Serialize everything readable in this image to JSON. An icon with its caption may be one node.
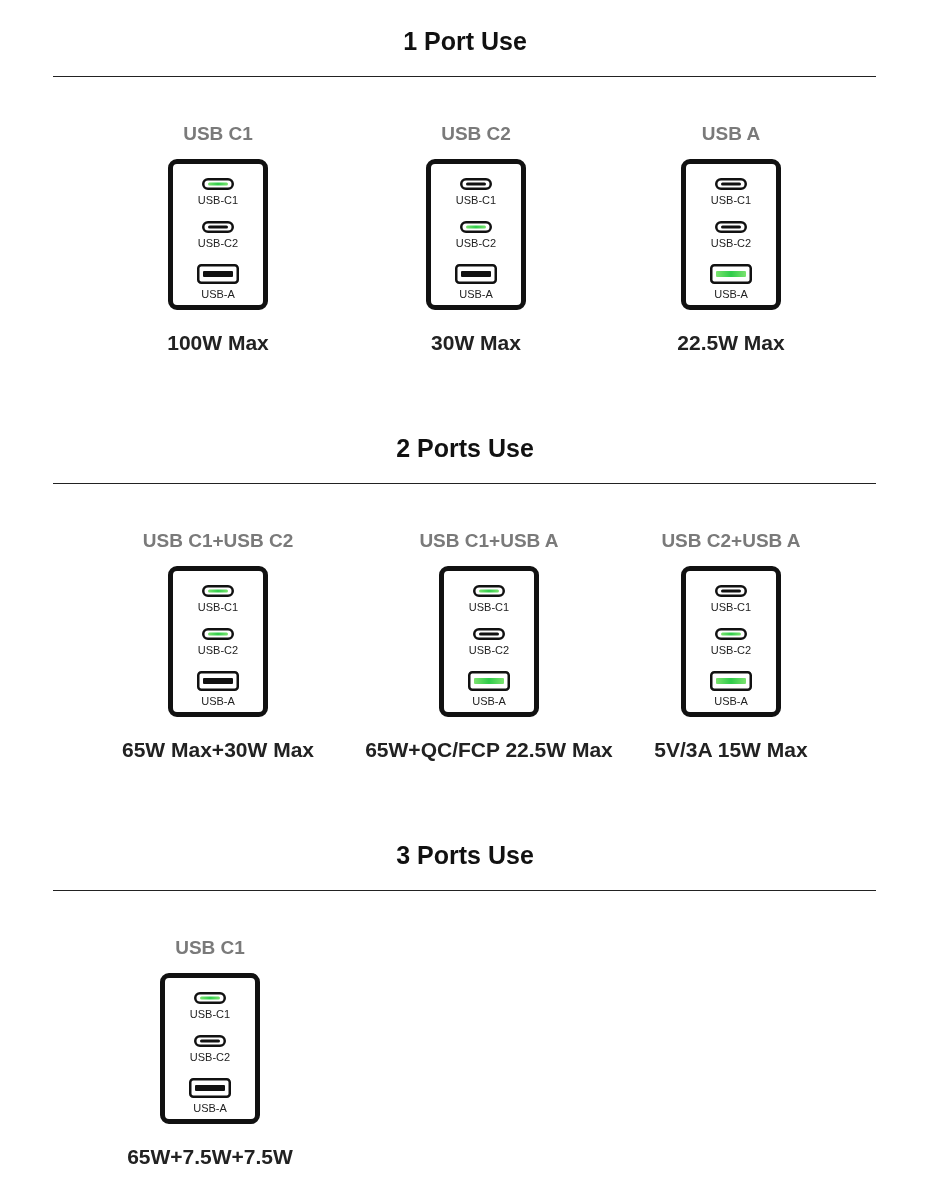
{
  "diagram": {
    "nodes": [
      {
        "text": [
          "USB C1"
        ],
        "beside": [
          "100W Max"
        ]
      },
      {
        "text": [
          "USB-C1"
        ],
        "in": 0
      },
      {
        "text": [
          "USB-C2"
        ],
        "in": 0
      },
      {
        "text": [
          "USB-A"
        ],
        "in": 0
      },
      {
        "text": [
          "USB C2"
        ],
        "beside": [
          "30W Max"
        ]
      },
      {
        "text": [
          "USB-C1"
        ],
        "in": 4
      },
      {
        "text": [
          "USB-C2"
        ],
        "in": 4
      },
      {
        "text": [
          "USB-A"
        ],
        "in": 4
      },
      {
        "text": [
          "USB A"
        ],
        "beside": [
          "22.5W Max"
        ]
      },
      {
        "text": [
          "USB-C1"
        ],
        "in": 8
      },
      {
        "text": [
          "USB-C2"
        ],
        "in": 8
      },
      {
        "text": [
          "USB-A"
        ],
        "in": 8
      },
      {
        "text": [
          "USB C1+USB C2"
        ],
        "beside": [
          "65W Max+30W Max"
        ]
      },
      {
        "text": [
          "USB-C1"
        ],
        "in": 12
      },
      {
        "text": [
          "USB-C2"
        ],
        "in": 12
      },
      {
        "text": [
          "USB-A"
        ],
        "in": 12
      },
      {
        "text": [
          "USB C1+USB A"
        ],
        "beside": [
          "65W+QC/FCP 22.5W Max"
        ]
      },
      {
        "text": [
          "USB-C1"
        ],
        "in": 16
      },
      {
        "text": [
          "USB-C2"
        ],
        "in": 16
      },
      {
        "text": [
          "USB-A"
        ],
        "in": 16
      },
      {
        "text": [
          "USB C2+USB A"
        ],
        "beside": [
          "5V/3A 15W Max"
        ]
      },
      {
        "text": [
          "USB-C1"
        ],
        "in": 20
      },
      {
        "text": [
          "USB-C2"
        ],
        "in": 20
      },
      {
        "text": [
          "USB-A"
        ],
        "in": 20
      },
      {
        "text": [
          "USB C1"
        ],
        "beside": [
          "65W+7.5W+7.5W"
        ]
      },
      {
        "text": [
          "USB-C1"
        ],
        "in": 24
      },
      {
        "text": [
          "USB-C2"
        ],
        "in": 24
      },
      {
        "text": [
          "USB-A"
        ],
        "in": 24
      }
    ],
    "labels": [
      "1 Port Use",
      "2 Ports Use",
      "3 Ports Use"
    ]
  }
}
